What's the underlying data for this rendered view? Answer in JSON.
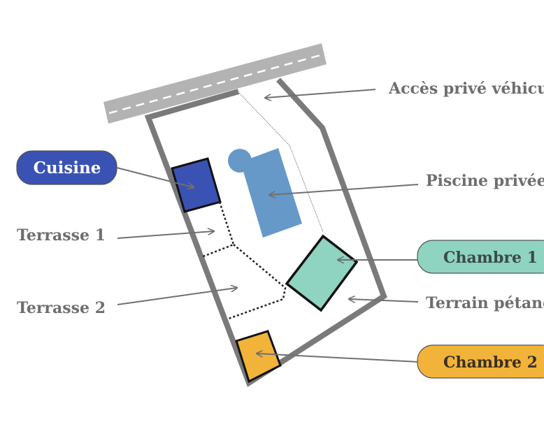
{
  "labels": {
    "cuisine": "Cuisine",
    "terrasse1": "Terrasse 1",
    "terrasse2": "Terrasse 2",
    "acces": "Accès privé véhicule",
    "piscine": "Piscine privée",
    "chambre1": "Chambre 1",
    "petanque": "Terrain pétanque",
    "chambre2": "Chambre 2"
  },
  "colors": {
    "wall": "#7a7a7a",
    "road": "#b3b3b3",
    "cuisine": "#3a52b4",
    "piscine": "#6699c8",
    "chambre1": "#8fd4c0",
    "chambre2": "#f2b33a",
    "label_text": "#6e6e6e",
    "arrow": "#707070"
  },
  "icons": {
    "arrow": "arrow-icon"
  }
}
